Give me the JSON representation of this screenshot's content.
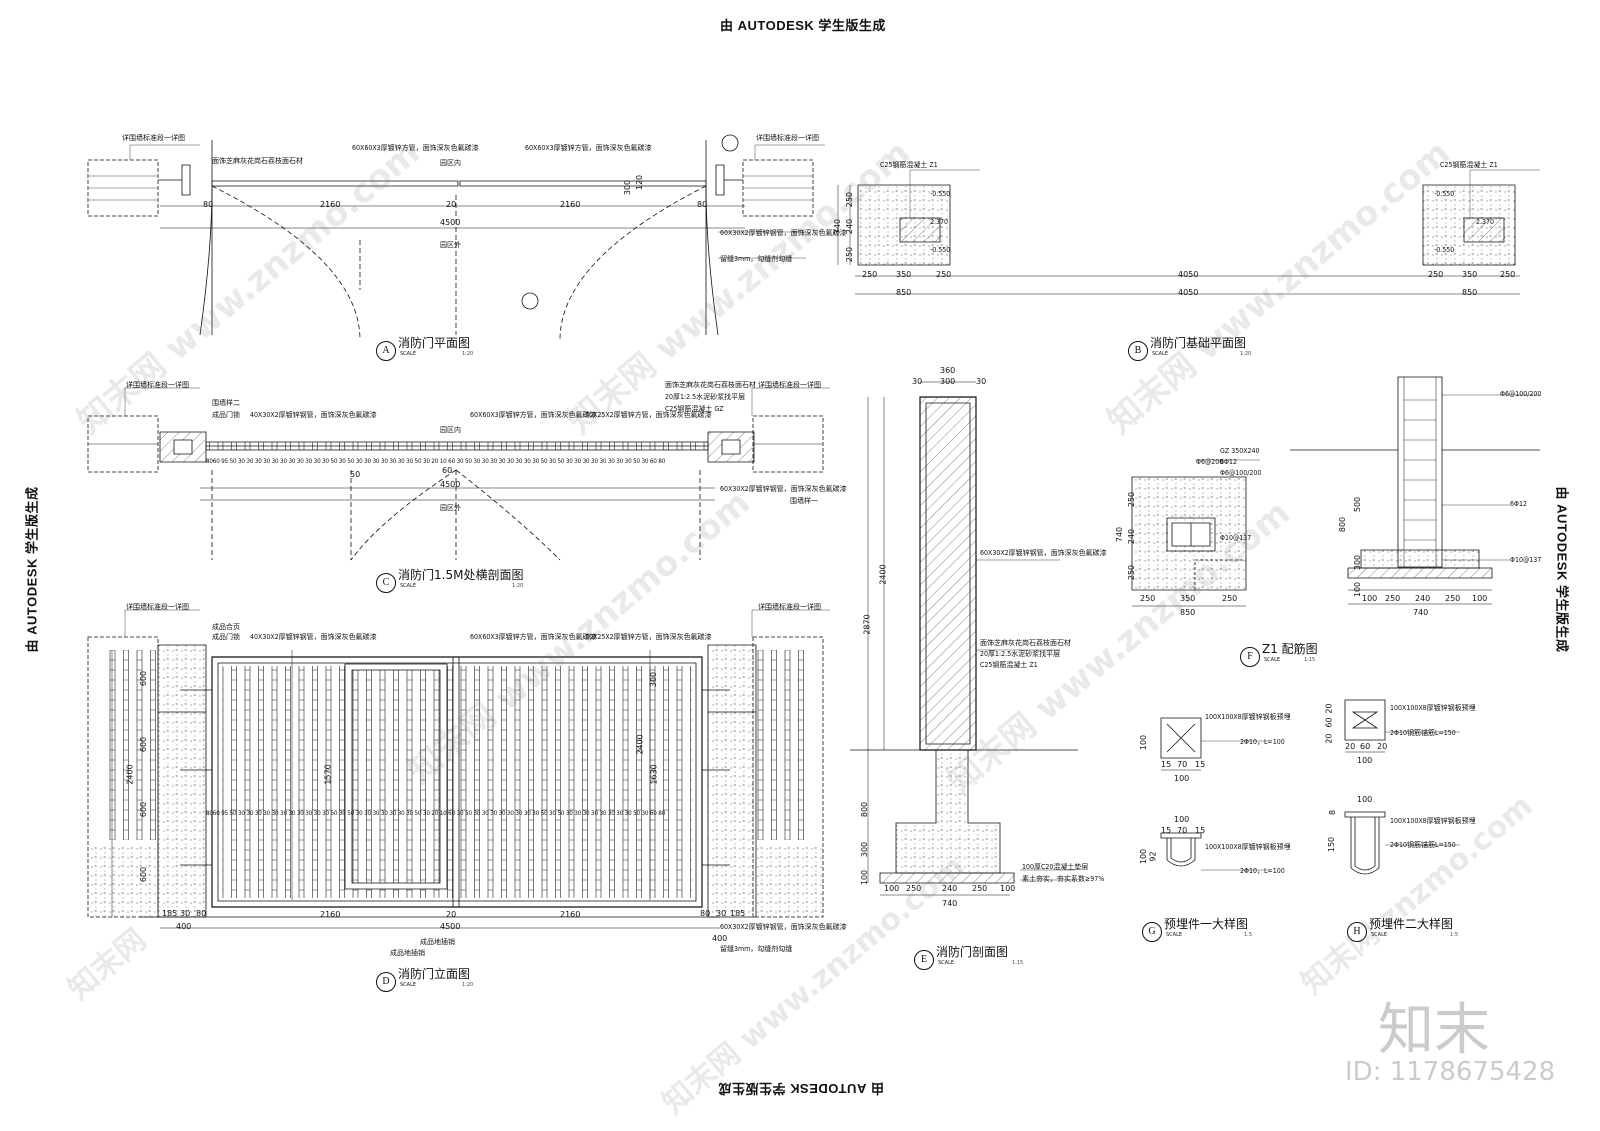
{
  "header": {
    "top": "由 AUTODESK 学生版生成",
    "bottom": "由 AUTODESK 学生版生成",
    "left": "由 AUTODESK 学生版生成",
    "right": "由 AUTODESK 学生版生成"
  },
  "watermark": {
    "site": "znzmo.com",
    "url": "www.znzmo.com",
    "brand_cn": "知末网",
    "logo": "知末",
    "id_label": "ID: 1178675428"
  },
  "views": {
    "A": {
      "letter": "A",
      "title": "消防门平面图",
      "scale": "1:20",
      "scale_label": "SCALE"
    },
    "B": {
      "letter": "B",
      "title": "消防门基础平面图",
      "scale": "1:20",
      "scale_label": "SCALE"
    },
    "C": {
      "letter": "C",
      "title": "消防门1.5M处横剖面图",
      "scale": "1:20",
      "scale_label": "SCALE"
    },
    "D": {
      "letter": "D",
      "title": "消防门立面图",
      "scale": "1:20",
      "scale_label": "SCALE"
    },
    "E": {
      "letter": "E",
      "title": "消防门剖面图",
      "scale": "1:15",
      "scale_label": "SCALE"
    },
    "F": {
      "letter": "F",
      "title": "Z1 配筋图",
      "scale": "1:15",
      "scale_label": "SCALE"
    },
    "G": {
      "letter": "G",
      "title": "预埋件一大样图",
      "scale": "1:5",
      "scale_label": "SCALE"
    },
    "H": {
      "letter": "H",
      "title": "预埋件二大样图",
      "scale": "1:5",
      "scale_label": "SCALE"
    }
  },
  "notes": {
    "fence_detail": "详围墙标准段一详图",
    "tube_60x60": "60X60X3厚镀锌方管，面饰深灰色氟碳漆",
    "tube_40x30": "40X30X2厚镀锌钢管，面饰深灰色氟碳漆",
    "tube_50x25": "50X25X2厚镀锌方管，面饰深灰色氟碳漆",
    "tube_60x30": "60X30X2厚镀锌钢管，面饰深灰色氟碳漆",
    "gap_note": "留缝3mm，勾缝剂勾缝",
    "inside": "园区内",
    "outside": "园区外",
    "stone_finish": "面饰芝麻灰花岗石荔枝面石材",
    "mortar": "20厚1:2.5水泥砂浆找平层",
    "c25_gz": "C25钢筋混凝土 GZ",
    "c25_z1": "C25钢筋混凝土 Z1",
    "cushion": "100厚C20混凝土垫层",
    "compact": "素土夯实，夯实系数≥97%",
    "gz_size": "GZ 350X240",
    "rebar_a": "Φ6@200",
    "rebar_b": "6Φ12",
    "rebar_c": "Φ6@100/200",
    "rebar_d": "Φ10@137",
    "plate": "100X100X8厚镀锌钢板预埋",
    "anchor_a": "2Φ10，L=100",
    "anchor_b": "2Φ10钢筋锚筋L=150",
    "elev_neg": "-0.550",
    "elev_pos": "2.370",
    "fence_one": "围墙样一",
    "fence_two": "围墙样二",
    "lock": "成品门锁",
    "bolt": "成品地插销",
    "hinge": "成品合页"
  },
  "dims": {
    "d80": "80",
    "d2160": "2160",
    "d20": "20",
    "d4500": "4500",
    "d400": "400",
    "d185": "185",
    "d30": "30",
    "d300": "300",
    "d120": "120",
    "d250": "250",
    "d350": "350",
    "d850": "850",
    "d4050": "4050",
    "d740": "740",
    "d240": "240",
    "d360": "360",
    "d2400": "2400",
    "d2870": "2870",
    "d800": "800",
    "d100": "100",
    "d600": "600",
    "d1570": "1570",
    "d1630": "1630",
    "d500": "500",
    "d70": "70",
    "d15": "15",
    "d92": "92",
    "d8": "8",
    "d150": "150",
    "d60": "60",
    "d50": "50",
    "seq_picket": "8060 95 50 30 30 30 30 30 30 30 30 30 30 30 50 30 50 30 30 30 30 30 30 30 50 30 20 10 60 30 50 30 30 30 30 30 30 30 30 50 30 50 30 30 30 30 30 30 30 30 50 30 60 80"
  }
}
